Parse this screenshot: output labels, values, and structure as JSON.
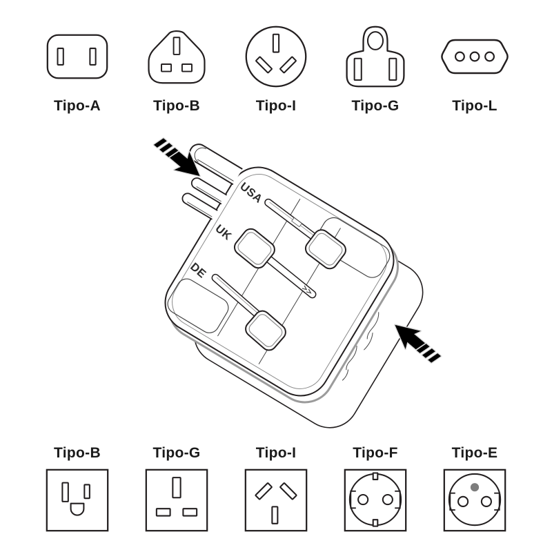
{
  "colors": {
    "line": "#231f20",
    "accent_gray": "#9b9b9b",
    "label": "#1a1a1a",
    "earth_dot": "#7d7d7d",
    "arrow": "#000000"
  },
  "top_row": {
    "items": [
      {
        "label": "Tipo-A",
        "icon": "plug-type-a-icon"
      },
      {
        "label": "Tipo-B",
        "icon": "plug-type-b-icon"
      },
      {
        "label": "Tipo-I",
        "icon": "plug-type-i-icon"
      },
      {
        "label": "Tipo-G",
        "icon": "plug-type-g-icon"
      },
      {
        "label": "Tipo-L",
        "icon": "plug-type-l-icon"
      }
    ]
  },
  "adapter": {
    "icon": "universal-travel-adapter-illustration",
    "slider_labels": {
      "usa": "USA",
      "uk": "UK",
      "de": "DE"
    },
    "arrow_icons": [
      "insertion-arrow-top-left",
      "insertion-arrow-bottom-right"
    ]
  },
  "bottom_row": {
    "items": [
      {
        "label": "Tipo-B",
        "icon": "socket-type-b-icon"
      },
      {
        "label": "Tipo-G",
        "icon": "socket-type-g-icon"
      },
      {
        "label": "Tipo-I",
        "icon": "socket-type-i-icon"
      },
      {
        "label": "Tipo-F",
        "icon": "socket-type-f-icon"
      },
      {
        "label": "Tipo-E",
        "icon": "socket-type-e-icon"
      }
    ]
  }
}
